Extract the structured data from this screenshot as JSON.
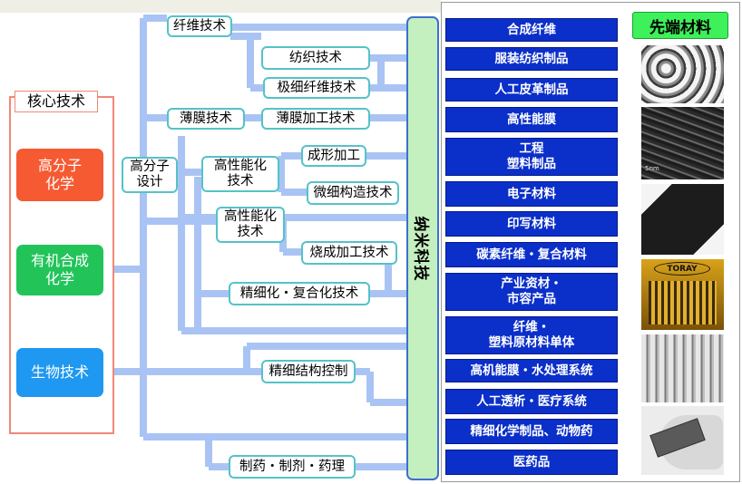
{
  "core": {
    "title": "核心技术",
    "items": [
      {
        "label": "高分子\n化学",
        "color": "#f55a32"
      },
      {
        "label": "有机合成\n化学",
        "color": "#22c45a"
      },
      {
        "label": "生物技术",
        "color": "#1e98f0"
      }
    ]
  },
  "nodes": {
    "polymer_design": "高分子\n设计",
    "fiber_tech": "纤维技术",
    "spinning_tech": "纺织技术",
    "microfiber_tech": "极细纤维技术",
    "film_tech": "薄膜技术",
    "film_processing": "薄膜加工技术",
    "high_perf_1": "高性能化\n技术",
    "molding": "成形加工",
    "microstructure": "微细构造技术",
    "high_perf_2": "高性能化\n技术",
    "sintering": "烧成加工技术",
    "fine_composite": "精细化・复合化技术",
    "fine_structure": "精细结构控制",
    "pharma": "制药・制剂・药理"
  },
  "nano_label": "纳米科技",
  "advanced": {
    "title": "先端材料",
    "products": [
      "合成纤维",
      "服装纺织制品",
      "人工皮革制品",
      "高性能膜",
      "工程\n塑料制品",
      "电子材料",
      "印写材料",
      "碳素纤维・复合材料",
      "产业资材・\n市容产品",
      "纤维・\n塑料原材料单体",
      "高机能膜・水处理系统",
      "人工透析・医疗系统",
      "精细化学制品、动物药",
      "医药品"
    ],
    "photo_logo": "TORAY",
    "photo_scale": "5nm"
  },
  "colors": {
    "connector": "#a9c4f4",
    "node_border": "#55c2c8",
    "product_bg": "#0b2fc9",
    "nano_bg": "#c4efbe",
    "title_bg": "#3ef05a"
  }
}
